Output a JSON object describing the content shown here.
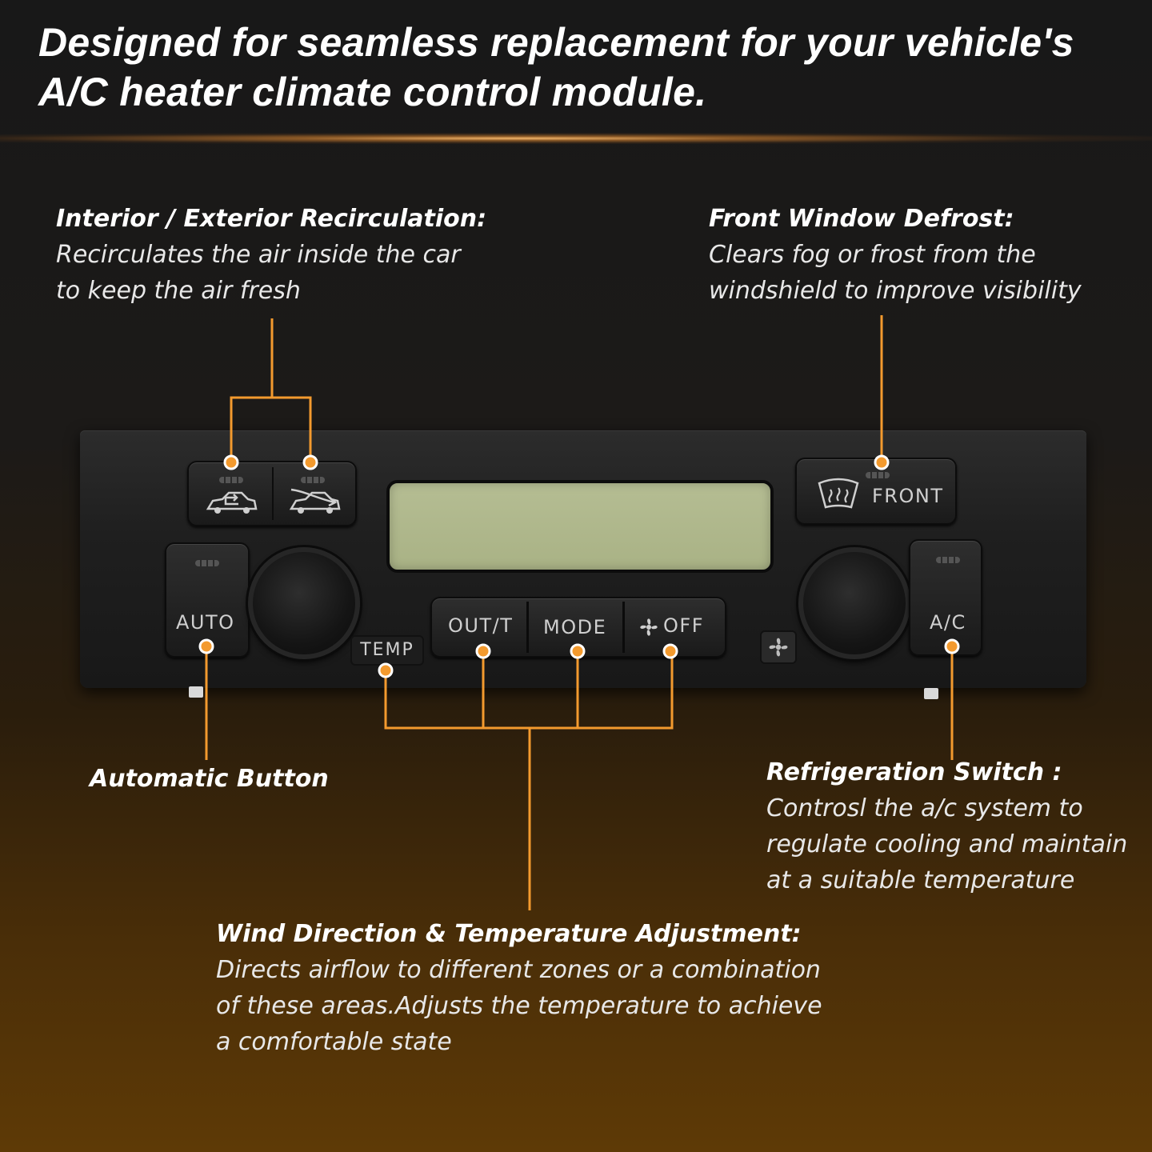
{
  "headline": {
    "line1": "Designed for seamless replacement for your vehicle's",
    "line2": "A/C heater climate control module."
  },
  "callouts": {
    "recirculation": {
      "title": "Interior / Exterior Recirculation:",
      "desc1": "Recirculates the air inside the car",
      "desc2": "to keep the air fresh"
    },
    "defrost": {
      "title": "Front Window Defrost:",
      "desc1": "Clears fog or frost from the",
      "desc2": "windshield to improve visibility"
    },
    "auto": {
      "title": "Automatic Button"
    },
    "refrigeration": {
      "title": "Refrigeration Switch :",
      "desc1": "Controsl the a/c system to",
      "desc2": "regulate cooling and maintain",
      "desc3": "at a suitable temperature"
    },
    "wind": {
      "title": "Wind Direction  & Temperature Adjustment:",
      "desc1": "Directs airflow to different zones or a combination",
      "desc2": "of  these areas.Adjusts the temperature to achieve",
      "desc3": "a comfortable state"
    }
  },
  "panel": {
    "front_label": "FRONT",
    "auto_label": "AUTO",
    "temp_label": "TEMP",
    "out_label": "OUT/T",
    "mode_label": "MODE",
    "off_label": "OFF",
    "ac_label": "A/C"
  },
  "colors": {
    "accent": "#f39a2e",
    "lcd": "#b0b98c"
  },
  "icons": [
    "recirculate-air-icon",
    "fresh-air-icon",
    "defrost-icon",
    "fan-icon",
    "fan-speed-icon"
  ]
}
